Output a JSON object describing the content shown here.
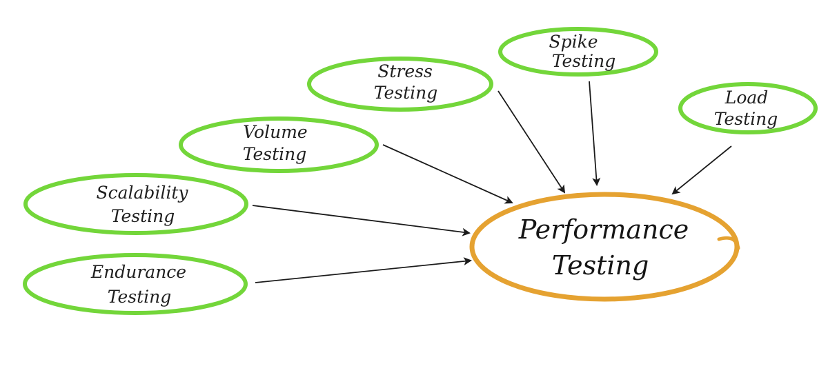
{
  "diagram": {
    "center": {
      "line1": "Performance",
      "line2": "Testing"
    },
    "nodes": [
      {
        "id": "spike",
        "line1": "Spike",
        "line2": "Testing"
      },
      {
        "id": "stress",
        "line1": "Stress",
        "line2": "Testing"
      },
      {
        "id": "load",
        "line1": "Load",
        "line2": "Testing"
      },
      {
        "id": "volume",
        "line1": "Volume",
        "line2": "Testing"
      },
      {
        "id": "scalability",
        "line1": "Scalability",
        "line2": "Testing"
      },
      {
        "id": "endurance",
        "line1": "Endurance",
        "line2": "Testing"
      }
    ],
    "colors": {
      "node_outline": "#73d63a",
      "center_outline": "#e5a231",
      "arrow": "#1b1b1b",
      "text": "#1f1f1f"
    }
  }
}
